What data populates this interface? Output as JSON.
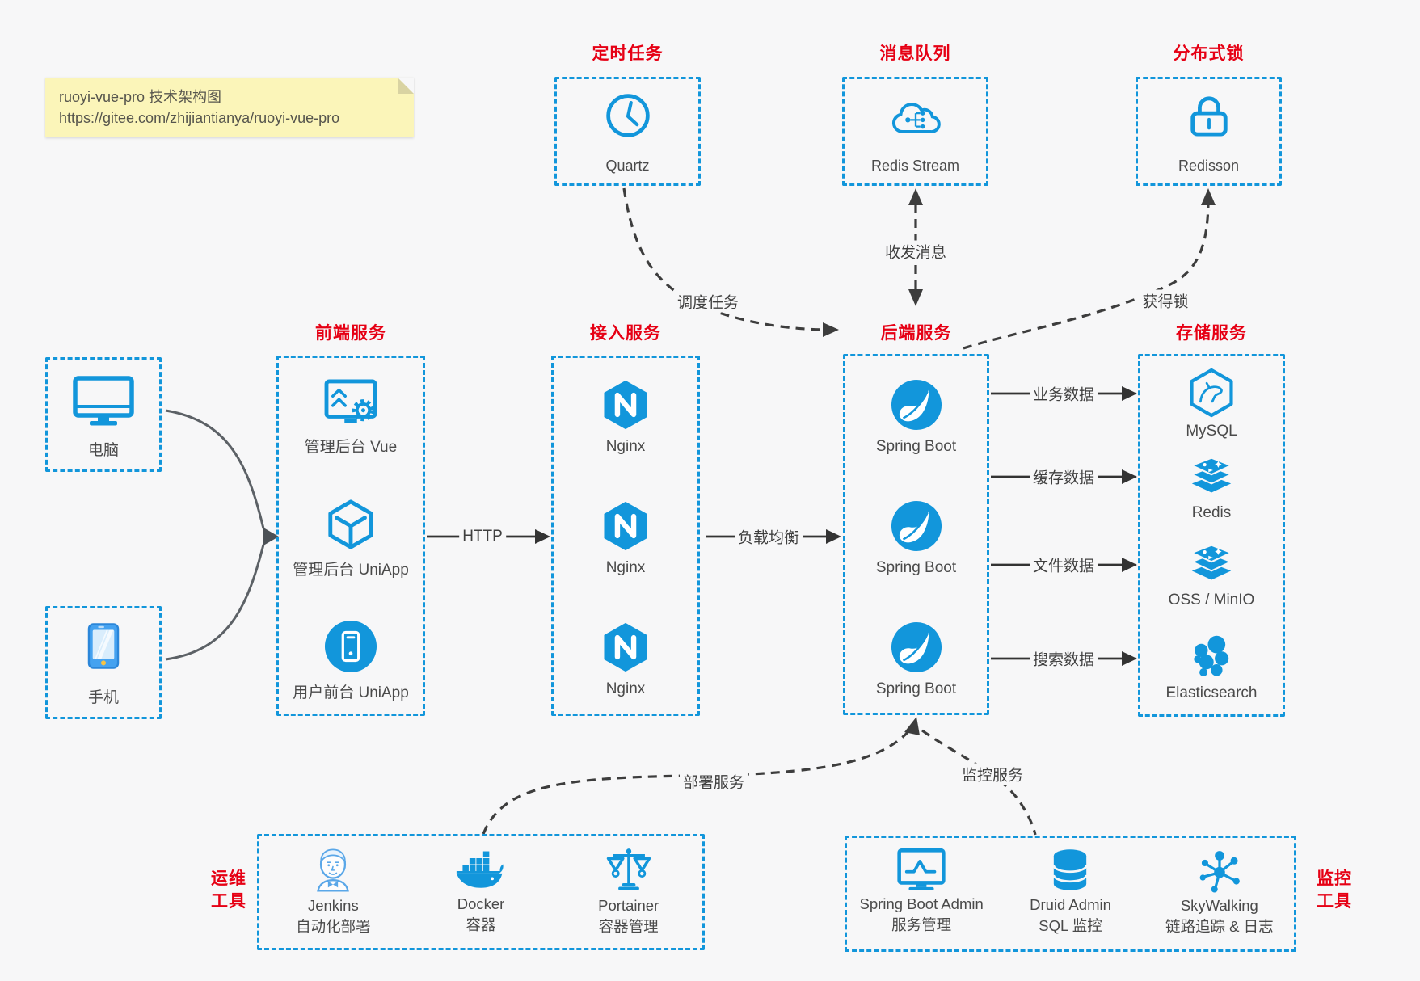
{
  "note": {
    "line1": "ruoyi-vue-pro 技术架构图",
    "line2": "https://gitee.com/zhijiantianya/ruoyi-vue-pro"
  },
  "titles": {
    "scheduler": "定时任务",
    "mq": "消息队列",
    "lock": "分布式锁",
    "frontend": "前端服务",
    "gateway": "接入服务",
    "backend": "后端服务",
    "storage": "存储服务",
    "devops1": "运维",
    "devops2": "工具",
    "monitor1": "监控",
    "monitor2": "工具"
  },
  "nodes": {
    "quartz": "Quartz",
    "redis_stream": "Redis Stream",
    "redisson": "Redisson",
    "pc": "电脑",
    "mobile": "手机",
    "frontend": [
      "管理后台 Vue",
      "管理后台 UniApp",
      "用户前台 UniApp"
    ],
    "gateway": [
      "Nginx",
      "Nginx",
      "Nginx"
    ],
    "backend": [
      "Spring Boot",
      "Spring Boot",
      "Spring Boot"
    ],
    "storage": [
      "MySQL",
      "Redis",
      "OSS / MinIO",
      "Elasticsearch"
    ],
    "devops": [
      {
        "name": "Jenkins",
        "desc": "自动化部署"
      },
      {
        "name": "Docker",
        "desc": "容器"
      },
      {
        "name": "Portainer",
        "desc": "容器管理"
      }
    ],
    "monitor": [
      {
        "name": "Spring Boot Admin",
        "desc": "服务管理"
      },
      {
        "name": "Druid Admin",
        "desc": "SQL 监控"
      },
      {
        "name": "SkyWalking",
        "desc": "链路追踪 & 日志"
      }
    ]
  },
  "edges": {
    "http": "HTTP",
    "load_balance": "负载均衡",
    "business_data": "业务数据",
    "cache_data": "缓存数据",
    "file_data": "文件数据",
    "search_data": "搜索数据",
    "schedule_task": "调度任务",
    "send_receive_msg": "收发消息",
    "acquire_lock": "获得锁",
    "deploy_service": "部署服务",
    "monitor_service": "监控服务"
  },
  "colors": {
    "accent": "#1296db",
    "title_red": "#e60014",
    "line_dark": "#3d3d3d",
    "note_bg": "#fbf5b9"
  }
}
